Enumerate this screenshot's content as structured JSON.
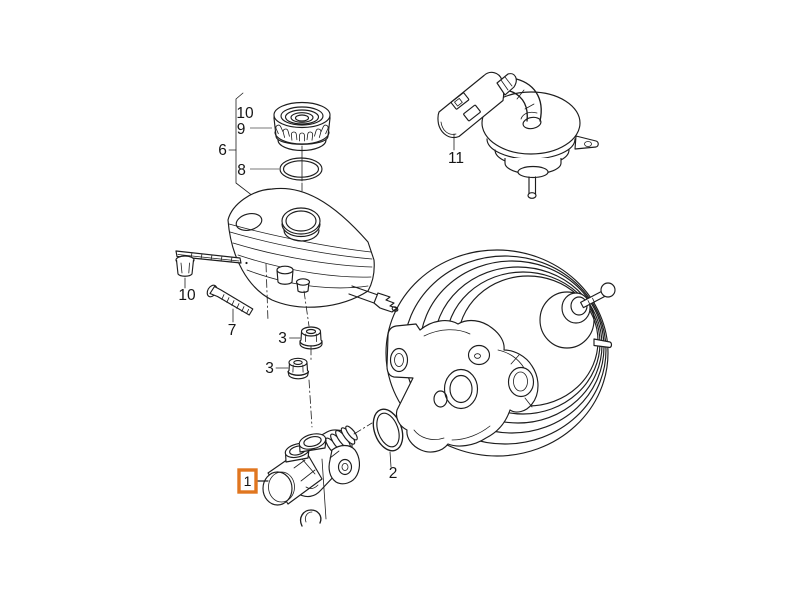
{
  "diagram": {
    "type": "parts-diagram",
    "subject": "brake-master-cylinder-reservoir-and-booster",
    "colors": {
      "line": "#1d1d1d",
      "highlight": "#e0761f",
      "background": "#ffffff",
      "label": "#151515"
    },
    "highlighted_callout": "1",
    "callouts": {
      "bracket_assembly": {
        "label": "6"
      },
      "cap_washer": {
        "label": "10"
      },
      "cap": {
        "label": "9"
      },
      "cap_seal": {
        "label": "8"
      },
      "grommet": {
        "label": "10"
      },
      "screw": {
        "label": "7"
      },
      "nut_upper": {
        "label": "3"
      },
      "nut_lower": {
        "label": "3"
      },
      "master_cylinder": {
        "label": "1",
        "highlighted": true
      },
      "o_ring": {
        "label": "2"
      },
      "vacuum_sensor": {
        "label": "11"
      }
    }
  }
}
